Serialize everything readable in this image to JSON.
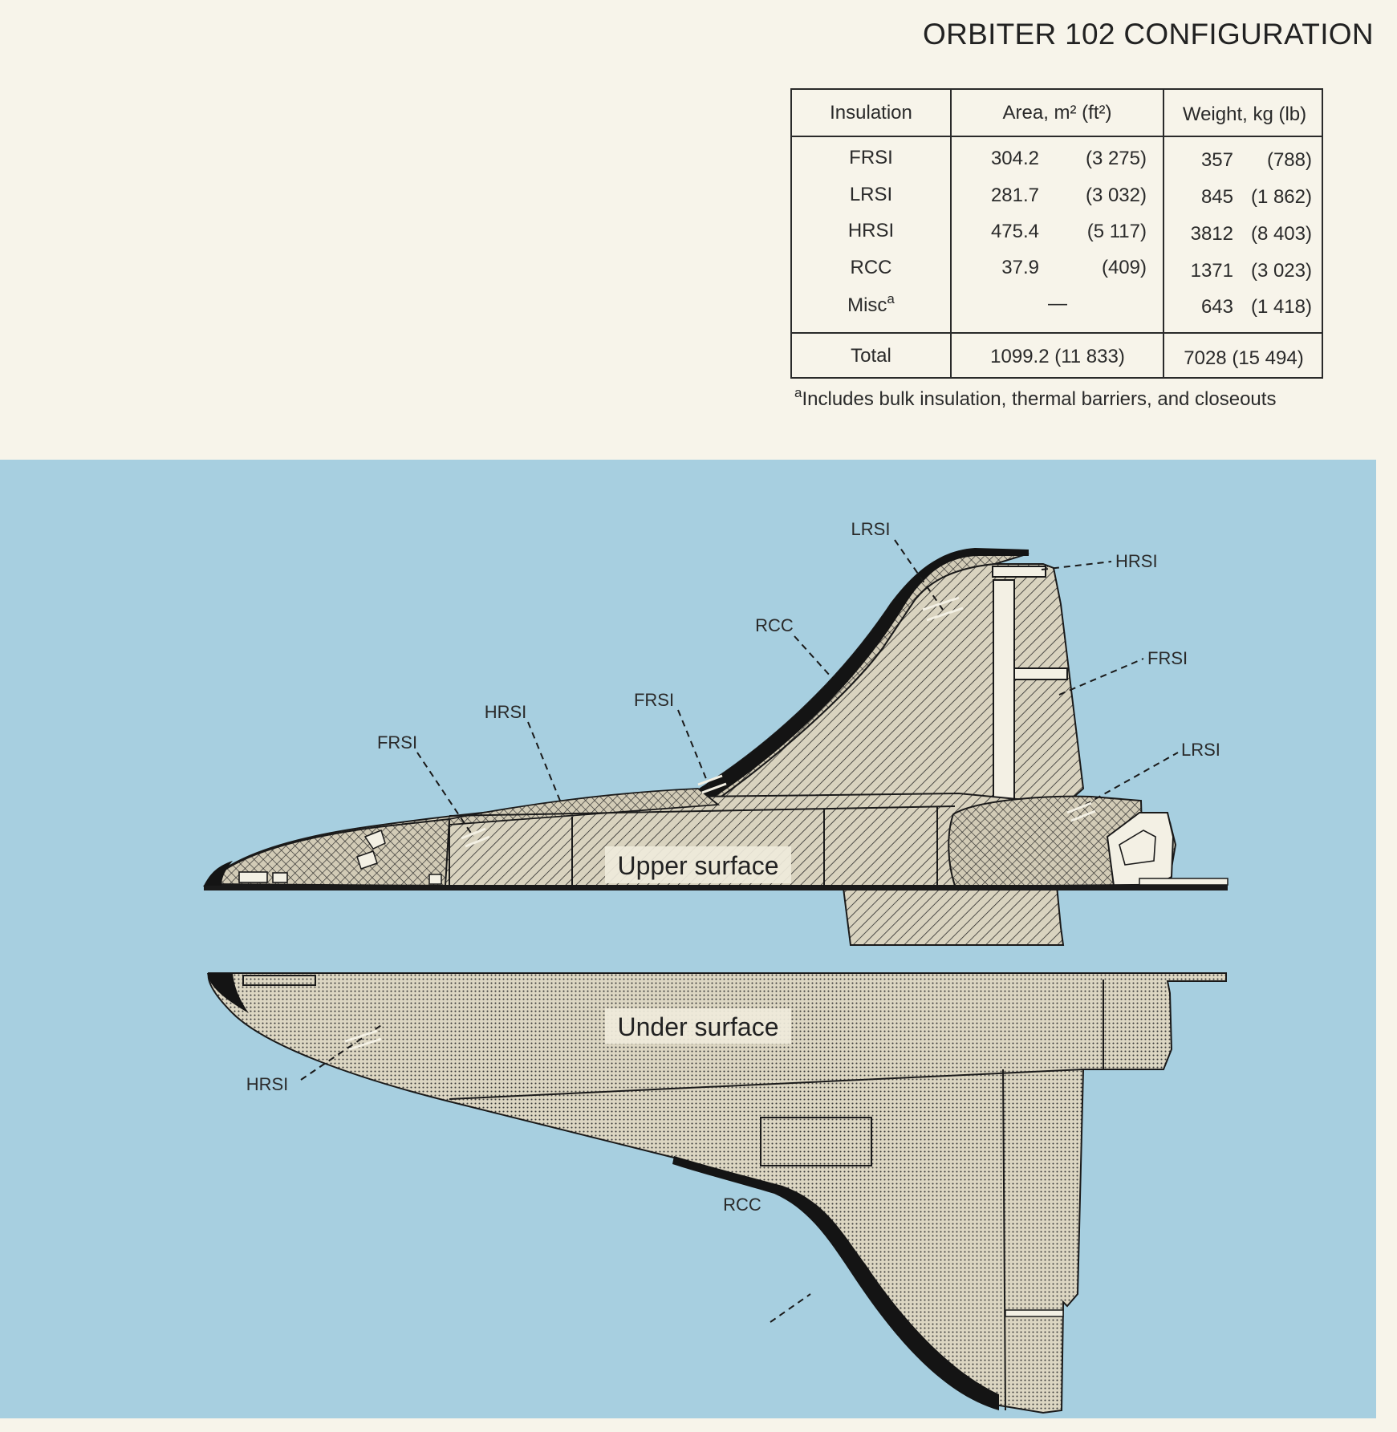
{
  "page": {
    "title": "ORBITER 102 CONFIGURATION"
  },
  "table": {
    "headers": [
      "Insulation",
      "Area, m² (ft²)",
      "Weight, kg (lb)"
    ],
    "rows": [
      {
        "insulation": "FRSI",
        "area_m2": "304.2",
        "area_ft2": "(3 275)",
        "weight_kg": "357",
        "weight_lb": "(788)"
      },
      {
        "insulation": "LRSI",
        "area_m2": "281.7",
        "area_ft2": "(3 032)",
        "weight_kg": "845",
        "weight_lb": "(1 862)"
      },
      {
        "insulation": "HRSI",
        "area_m2": "475.4",
        "area_ft2": "(5 117)",
        "weight_kg": "3812",
        "weight_lb": "(8 403)"
      },
      {
        "insulation": "RCC",
        "area_m2": "37.9",
        "area_ft2": "(409)",
        "weight_kg": "1371",
        "weight_lb": "(3 023)"
      },
      {
        "insulation": "Misc",
        "insulation_sup": "a",
        "area_dash": "—",
        "weight_kg": "643",
        "weight_lb": "(1 418)"
      }
    ],
    "total": {
      "label": "Total",
      "area": "1099.2 (11 833)",
      "weight": "7028 (15 494)"
    }
  },
  "footnote": {
    "marker": "a",
    "text": "Includes bulk insulation, thermal barriers, and closeouts"
  },
  "diagram": {
    "upper_label": "Upper surface",
    "under_label": "Under surface",
    "callouts": {
      "lrsi_top": "LRSI",
      "hrsi_tail": "HRSI",
      "rcc_upper": "RCC",
      "frsi_tail": "FRSI",
      "hrsi_upper": "HRSI",
      "frsi_mid": "FRSI",
      "frsi_fwd": "FRSI",
      "lrsi_oms": "LRSI",
      "hrsi_under": "HRSI",
      "rcc_under": "RCC"
    },
    "colors": {
      "background": "#a7cfe0",
      "tile_fill": "#d9d3bf",
      "outline": "#1a1a1a"
    }
  }
}
